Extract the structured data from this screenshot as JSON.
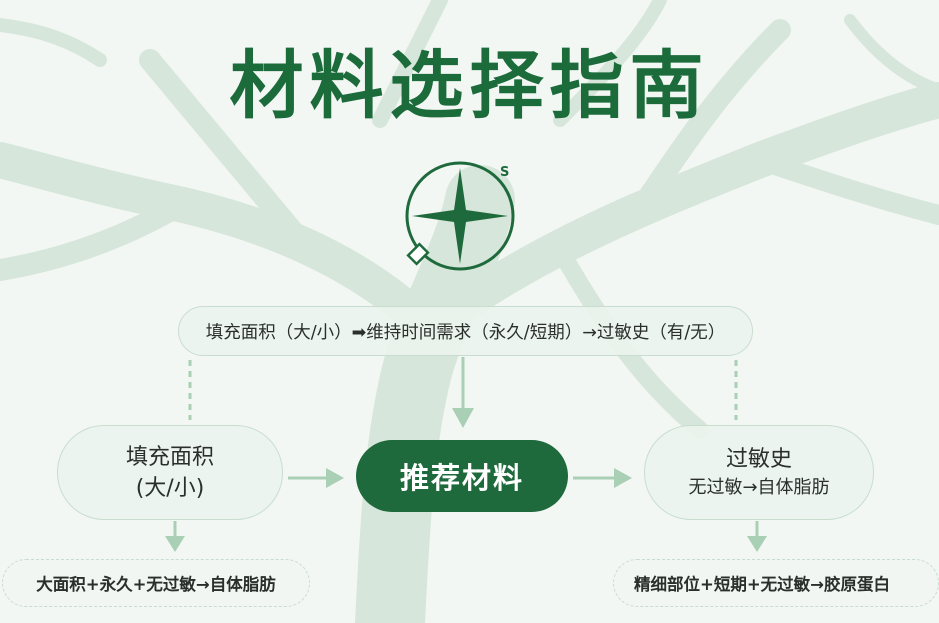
{
  "title": "材料选择指南",
  "compass": {
    "label": "S"
  },
  "top_criteria": "填充面积（大/小）➡维持时间需求（永久/短期）→过敏史（有/无）",
  "left_node": {
    "line1": "填充面积",
    "line2": "(大/小)"
  },
  "center_node": "推荐材料",
  "right_node": {
    "line1": "过敏史",
    "line2": "无过敏→自体脂肪"
  },
  "bottom_left": "大面积+永久+无过敏→自体脂肪",
  "bottom_right": "精细部位+短期+无过敏→胶原蛋白",
  "colors": {
    "brand_green": "#1e6a3c",
    "title_green": "#1b6b3b",
    "arrow_green": "#a9cfb4",
    "tree": "#d4e3d8"
  }
}
